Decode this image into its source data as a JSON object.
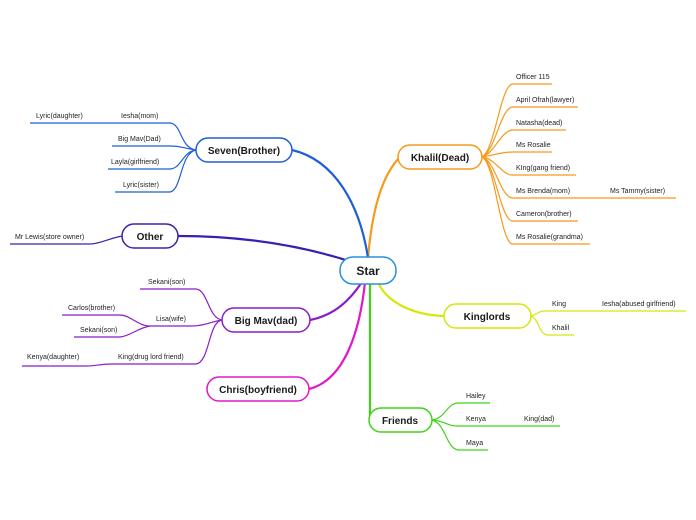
{
  "center": {
    "label": "Star"
  },
  "branches": {
    "khalil": {
      "label": "Khalil(Dead)",
      "color": "#f59a1c",
      "children": [
        "Officer 115",
        "April Ofrah(lawyer)",
        "Natasha(dead)",
        "Ms Rosalie",
        "KIng(gang friend)",
        "Ms Brenda(mom)",
        "Cameron(brother)",
        "Ms Rosalie(grandma)"
      ],
      "grandchild": {
        "parent": "Ms Brenda(mom)",
        "label": "Ms Tammy(sister)"
      }
    },
    "seven": {
      "label": "Seven(Brother)",
      "color": "#1f5fd6",
      "children": [
        "Iesha(mom)",
        "Big Mav(Dad)",
        "Layla(girlfriend)",
        "Lyric(sister)"
      ],
      "grandchild": {
        "parent": "Iesha(mom)",
        "label": "Lyric(daughter)"
      }
    },
    "other": {
      "label": "Other",
      "color": "#3a20b0",
      "children": [
        "Mr Lewis(store owner)"
      ]
    },
    "bigmav": {
      "label": "Big Mav(dad)",
      "color": "#8a1ec8",
      "children": [
        "Sekani(son)",
        "Lisa(wife)",
        "King(drug lord friend)"
      ],
      "lisa_children": [
        "Carlos(brother)",
        "Sekani(son)"
      ],
      "king_child": "Kenya(daughter)"
    },
    "chris": {
      "label": "Chris(boyfriend)",
      "color": "#e019c8"
    },
    "kinglords": {
      "label": "Kinglords",
      "color": "#d4e80a",
      "children": [
        "King",
        "Khalil"
      ],
      "grandchild": {
        "parent": "King",
        "label": "Iesha(abused girlfriend)"
      }
    },
    "friends": {
      "label": "Friends",
      "color": "#3fd41a",
      "children": [
        "Hailey",
        "Kenya",
        "Maya"
      ],
      "grandchild": {
        "parent": "Kenya",
        "label": "King(dad)"
      }
    }
  }
}
